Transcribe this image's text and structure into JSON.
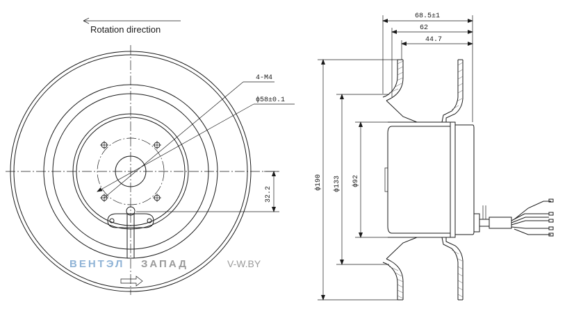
{
  "front_view": {
    "rotation_label": "Rotation direction",
    "holes_label": "4-M4",
    "pcd_label": "ϕ58±0.1",
    "offset_label": "32.2"
  },
  "side_view": {
    "overall_length": "68.5±1",
    "length_62": "62",
    "length_44_7": "44.7",
    "dia_190": "ϕ190",
    "dia_133": "ϕ133",
    "dia_92": "ϕ92"
  },
  "watermark": {
    "brand_part1": "ВЕНТЭЛ",
    "brand_part2": "ЗАПАД",
    "site": "V-W.BY",
    "color_part1": "#8fb3d6",
    "color_part2": "#9a9a9a"
  }
}
